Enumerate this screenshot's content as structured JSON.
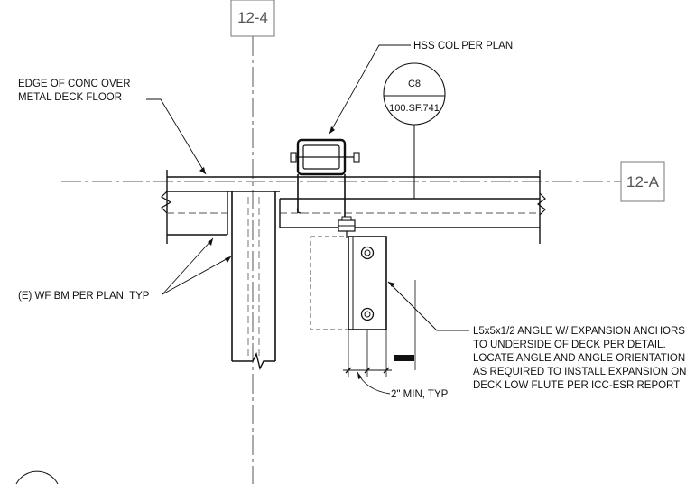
{
  "grid": {
    "vertical_label": "12-4",
    "horizontal_label": "12-A"
  },
  "detail_callout": {
    "detail": "C8",
    "sheet": "100.SF.741"
  },
  "notes": {
    "hss_col": "HSS COL PER PLAN",
    "edge_line1": "EDGE OF CONC OVER",
    "edge_line2": "METAL DECK FLOOR",
    "wf_beam": "(E) WF BM PER PLAN, TYP",
    "angle_line1": "L5x5x1/2 ANGLE W/ EXPANSION ANCHORS",
    "angle_line2": "TO UNDERSIDE OF DECK PER DETAIL.",
    "angle_line3": "LOCATE ANGLE AND ANGLE ORIENTATION",
    "angle_line4": "AS REQUIRED TO INSTALL EXPANSION ON",
    "angle_line5": "DECK LOW FLUTE PER ICC-ESR REPORT",
    "min_dim": "2\" MIN, TYP"
  }
}
